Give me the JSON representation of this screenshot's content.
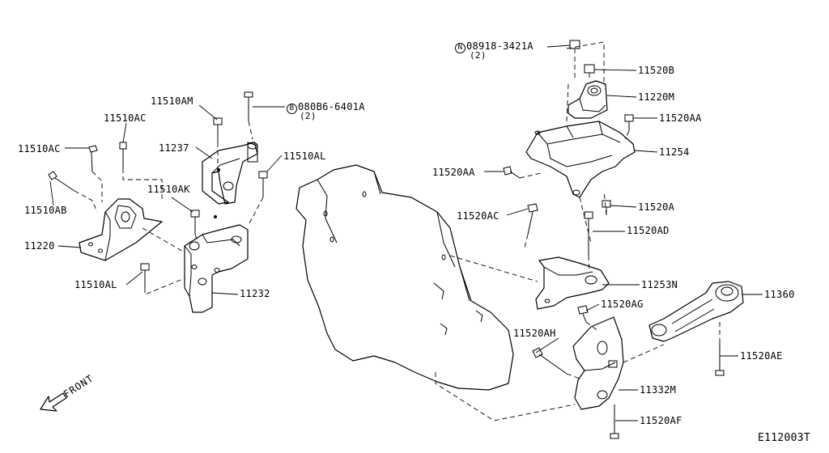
{
  "diagram": {
    "code": "E112003T",
    "direction_label": "FRONT",
    "parts": [
      {
        "id": "p1",
        "text": "08918-3421A",
        "sub": "(2)",
        "prefix": "N"
      },
      {
        "id": "p2",
        "text": "11520B"
      },
      {
        "id": "p3",
        "text": "11220M"
      },
      {
        "id": "p4",
        "text": "11520AA"
      },
      {
        "id": "p5",
        "text": "11254"
      },
      {
        "id": "p6",
        "text": "11520AA"
      },
      {
        "id": "p7",
        "text": "11520A"
      },
      {
        "id": "p8",
        "text": "11520AC"
      },
      {
        "id": "p9",
        "text": "11520AD"
      },
      {
        "id": "p10",
        "text": "11253N"
      },
      {
        "id": "p11",
        "text": "11360"
      },
      {
        "id": "p12",
        "text": "11520AG"
      },
      {
        "id": "p13",
        "text": "11520AH"
      },
      {
        "id": "p14",
        "text": "11520AE"
      },
      {
        "id": "p15",
        "text": "11332M"
      },
      {
        "id": "p16",
        "text": "11520AF"
      },
      {
        "id": "p17",
        "text": "11510AM"
      },
      {
        "id": "p18",
        "text": "080B6-6401A",
        "sub": "(2)",
        "prefix": "B"
      },
      {
        "id": "p19",
        "text": "11510AC"
      },
      {
        "id": "p20",
        "text": "11510AC"
      },
      {
        "id": "p21",
        "text": "11237"
      },
      {
        "id": "p22",
        "text": "11510AL"
      },
      {
        "id": "p23",
        "text": "11510AK"
      },
      {
        "id": "p24",
        "text": "11510AB"
      },
      {
        "id": "p25",
        "text": "11220"
      },
      {
        "id": "p26",
        "text": "11510AL"
      },
      {
        "id": "p27",
        "text": "11232"
      }
    ]
  }
}
